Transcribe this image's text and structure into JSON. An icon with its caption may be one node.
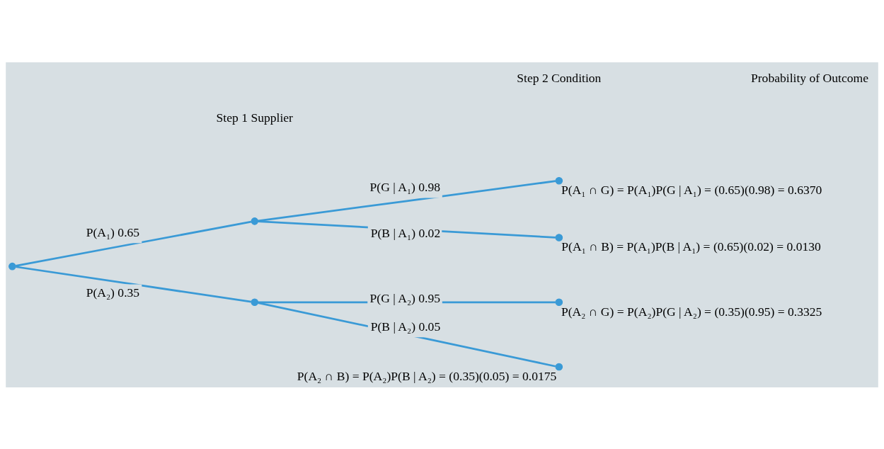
{
  "diagram": {
    "nodes": [
      {
        "text": [],
        "shape": "circle"
      },
      {
        "text": [],
        "shape": "circle"
      },
      {
        "text": [],
        "shape": "circle"
      },
      {
        "text": [],
        "shape": "circle",
        "beside": [
          "P(A₁ ∩ G) = P(A₁)P(G | A₁) = (0.65)(0.98) = 0.6370"
        ]
      },
      {
        "text": [],
        "shape": "circle",
        "beside": [
          "P(A₁ ∩ B) = P(A₁)P(B | A₁) = (0.65)(0.02) = 0.0130"
        ]
      },
      {
        "text": [],
        "shape": "circle",
        "beside": [
          "P(A₂ ∩ G) = P(A₂)P(G | A₂) = (0.35)(0.95) = 0.3325"
        ]
      },
      {
        "text": [],
        "shape": "circle",
        "beside": [
          "P(A₂ ∩ B) = P(A₂)P(B | A₂) = (0.35)(0.05) = 0.0175"
        ]
      }
    ],
    "edges": [
      {
        "from": 0,
        "to": 1,
        "arrow": "none",
        "label": "P(A₁) 0.65"
      },
      {
        "from": 0,
        "to": 2,
        "arrow": "none",
        "label": "P(A₂) 0.35"
      },
      {
        "from": 1,
        "to": 3,
        "arrow": "none",
        "label": "P(G | A₁) 0.98"
      },
      {
        "from": 1,
        "to": 4,
        "arrow": "none",
        "label": "P(B | A₁) 0.02"
      },
      {
        "from": 2,
        "to": 5,
        "arrow": "none",
        "label": "P(G | A₂) 0.95"
      },
      {
        "from": 2,
        "to": 6,
        "arrow": "none",
        "label": "P(B | A₂) 0.05"
      }
    ],
    "labels": [
      "Step 1 Supplier",
      "Step 2 Condition",
      "Probability of Outcome"
    ]
  }
}
